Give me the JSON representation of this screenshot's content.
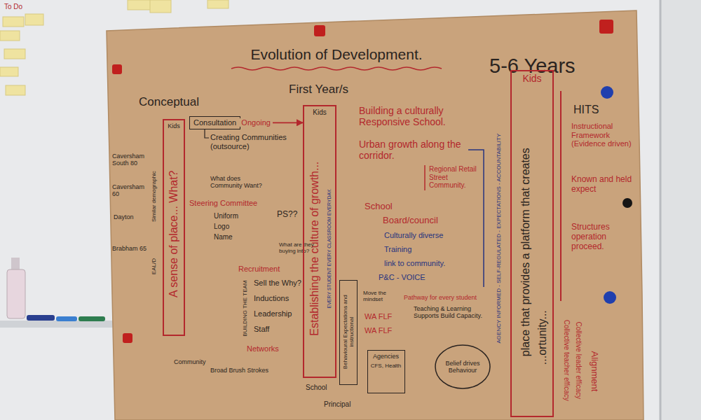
{
  "diagram": {
    "title": "Evolution of Development.",
    "nodes": [
      {
        "text": [
          "Kids",
          "A sense of place... What?"
        ]
      },
      {
        "text": [
          "Consultation"
        ]
      },
      {
        "text": [
          "Kids",
          "Establishing the culture of growth...",
          "EVERY STUDENT EVERY CLASSROOM EVERYDAY."
        ]
      },
      {
        "text": [
          "Behavioural Expectations and instructional"
        ]
      },
      {
        "text": [
          "Belief drives Behaviour"
        ]
      },
      {
        "text": [
          "Agencies",
          "CFS, Health"
        ]
      },
      {
        "text": [
          "Kids",
          "place that provides a platform that creates",
          "...ortunity..."
        ]
      }
    ],
    "edges": [
      {
        "from": 1,
        "to": 2,
        "arrow": "to",
        "label": "Ongoing"
      }
    ],
    "labels": [
      "Conceptual",
      "First Year/s",
      "5-6 Years",
      "Caversham South 80",
      "Caversham 60",
      "Dayton",
      "Brabham 65",
      "Similar demographic",
      "EAL/D",
      "Creating Communities (outsource)",
      "What does Community Want?",
      "PS??",
      "Steering Committee",
      "Uniform",
      "Logo",
      "Name",
      "What are they buying into?",
      "Recruitment",
      "BUILDING THE TEAM",
      "Sell the Why?",
      "Inductions",
      "Leadership",
      "Staff",
      "Networks",
      "Community",
      "Broad Brush Strokes",
      "School",
      "Principal",
      "Building a culturally Responsive School.",
      "Urban growth along the corridor.",
      "Regional Retail Street Community.",
      "School",
      "Board/council",
      "Culturally diverse",
      "Training",
      "link to community.",
      "P&C - VOICE",
      "Move the mindset",
      "WA FLF",
      "WA FLF",
      "Pathway for every student",
      "Teaching & Learning Supports Build Capacity.",
      "AGENCY INFORMED - SELF-REGULATED - EXPECTATIONS - ACCOUNTABILITY",
      "HITS",
      "Instructional Framework (Evidence driven)",
      "Known and held expect",
      "Structures operation proceed.",
      "Collective teacher efficacy",
      "Collective leader efficacy",
      "Alignment",
      "To Do"
    ]
  }
}
